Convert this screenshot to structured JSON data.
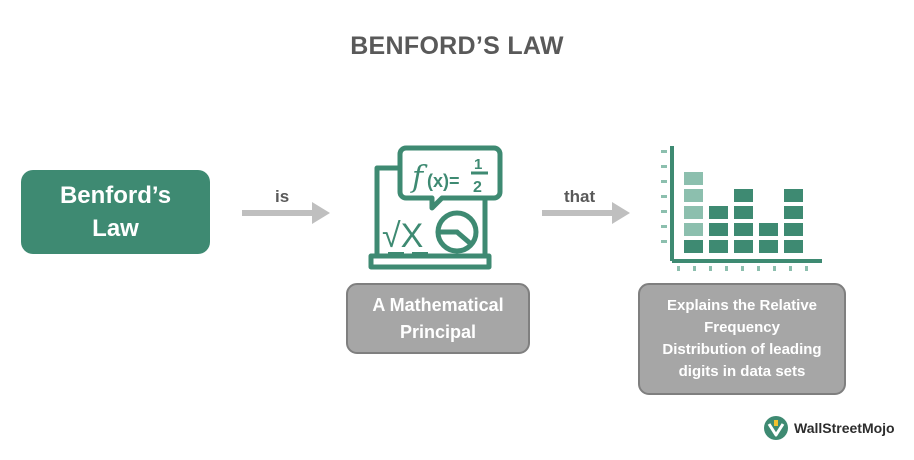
{
  "title": "BENFORD’S LAW",
  "start_box": {
    "line1": "Benford’s",
    "line2": "Law"
  },
  "connector_1": "is",
  "connector_2": "that",
  "box_1": {
    "line1": "A Mathematical",
    "line2": "Principal"
  },
  "box_2": {
    "lines": [
      "Explains the Relative",
      "Frequency",
      "Distribution of leading",
      "digits in data sets"
    ]
  },
  "formula_icon": {
    "formula": "f(x)=½",
    "symbol": "√X"
  },
  "logo": {
    "name": "WallStreetMojo"
  },
  "colors": {
    "green": "#3e8a72",
    "light_green": "#8cbfae",
    "grey_box": "#a6a6a6",
    "arrow": "#bfbfbf",
    "text_dark": "#595959"
  },
  "icons": [
    "arrow-right-icon",
    "math-formula-board-icon",
    "bar-chart-icon",
    "wallstreetmojo-logo-icon"
  ]
}
